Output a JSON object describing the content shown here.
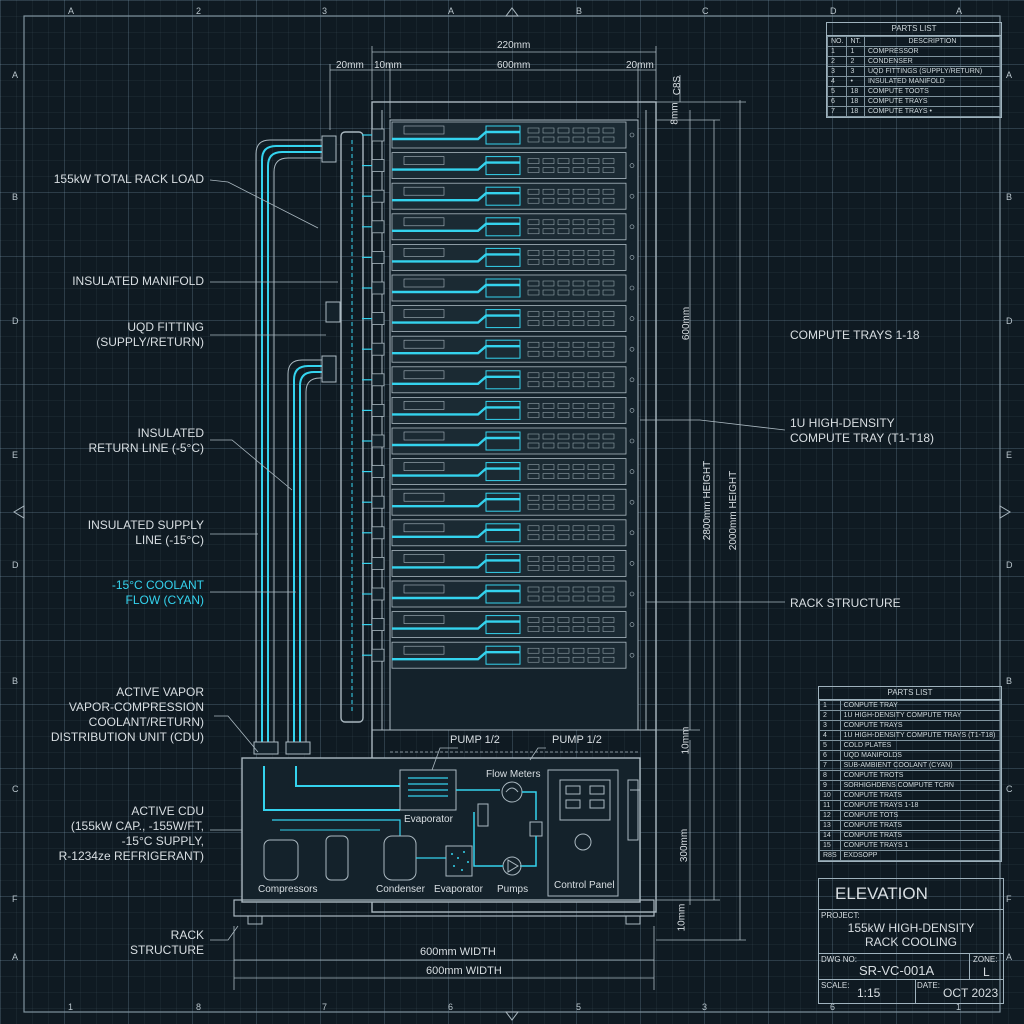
{
  "zones": {
    "top": [
      "A",
      "2",
      "3",
      "A",
      "B",
      "C",
      "D",
      "A"
    ],
    "bottom": [
      "1",
      "8",
      "7",
      "6",
      "5",
      "3",
      "6",
      "1"
    ],
    "left": [
      "A",
      "B",
      "D",
      "E",
      "D",
      "B",
      "C",
      "F",
      "A"
    ],
    "right": [
      "A",
      "B",
      "D",
      "E",
      "D",
      "B",
      "C",
      "F",
      "A"
    ]
  },
  "dims": {
    "total_width": "220mm",
    "left_margin": "20mm",
    "left_gap": "10mm",
    "inner_width": "600mm",
    "right_margin": "20mm",
    "top_offset": "8mm",
    "top_note": "C8S",
    "rack_height_a": "600mm",
    "rack_height_b": "2800mm HEIGHT",
    "rack_height_c": "2000mm HEIGHT",
    "bottom_gap": "10mm",
    "cdu_height": "300mm",
    "foot_height": "10mm",
    "width_a": "600mm WIDTH",
    "width_b": "600mm WIDTH"
  },
  "labels": {
    "total_load": "155kW TOTAL RACK LOAD",
    "manifold": "INSULATED MANIFOLD",
    "uqd_1": "UQD FITTING",
    "uqd_2": "(SUPPLY/RETURN)",
    "return_1": "INSULATED",
    "return_2": "RETURN LINE (-5°C)",
    "supply_1": "INSULATED SUPPLY",
    "supply_2": "LINE (-15°C)",
    "coolant_1": "-15°C COOLANT",
    "coolant_2": "FLOW (CYAN)",
    "cdu_1": "ACTIVE VAPOR",
    "cdu_2": "VAPOR-COMPRESSION",
    "cdu_3": "COOLANT/RETURN)",
    "cdu_4": "DISTRIBUTION UNIT (CDU)",
    "active_1": "ACTIVE CDU",
    "active_2": "(155kW CAP., -155W/FT,",
    "active_3": "-15°C SUPPLY,",
    "active_4": "R-1234ze REFRIGERANT)",
    "rack_1": "RACK",
    "rack_2": "STRUCTURE",
    "compute_trays": "COMPUTE TRAYS 1-18",
    "tray_1": "1U HIGH-DENSITY",
    "tray_2": "COMPUTE TRAY (T1-T18)",
    "rack_structure": "RACK STRUCTURE"
  },
  "cdu": {
    "pump_a": "PUMP 1/2",
    "pump_b": "PUMP 1/2",
    "flow_meters": "Flow Meters",
    "evaporator_top": "Evaporator",
    "compressors": "Compressors",
    "condenser": "Condenser",
    "evaporator_bottom": "Evaporator",
    "pumps": "Pumps",
    "control_panel": "Control Panel"
  },
  "parts_top": {
    "title": "PARTS LIST",
    "headers": [
      "NO.",
      "NT.",
      "DESCRIPTION"
    ],
    "rows": [
      [
        "1",
        "1",
        "COMPRESSOR"
      ],
      [
        "2",
        "2",
        "CONDENSER"
      ],
      [
        "3",
        "3",
        "UQD FITTINGS (SUPPLY/RETURN)"
      ],
      [
        "4",
        "•",
        "INSULATED MANIFOLD"
      ],
      [
        "5",
        "18",
        "COMPUTE TOOTS"
      ],
      [
        "6",
        "18",
        "COMPUTE TRAYS"
      ],
      [
        "7",
        "18",
        "COMPUTE TRAYS •"
      ]
    ]
  },
  "parts_bottom": {
    "title": "PARTS LIST",
    "rows": [
      [
        "1",
        "CONPUTE TRAY"
      ],
      [
        "2",
        "1U HIGH-DENSITY COMPUTE TRAY"
      ],
      [
        "3",
        "CONPUTE TRAYS"
      ],
      [
        "4",
        "1U HIGH-DENSITY COMPUTE TRAYS (T1-T18)"
      ],
      [
        "5",
        "COLD PLATES"
      ],
      [
        "6",
        "UQD MANIFOLDS"
      ],
      [
        "7",
        "SUB-AMBIENT COOLANT (CYAN)"
      ],
      [
        "8",
        "CONPUTE TROTS"
      ],
      [
        "9",
        "SORHIGHDENS COMPUTE TCRN"
      ],
      [
        "10",
        "CONPUTE TRATS"
      ],
      [
        "11",
        "CONPUTE TRAYS 1-18"
      ],
      [
        "12",
        "CONPUTE TOTS"
      ],
      [
        "13",
        "CONPUTE TRATS"
      ],
      [
        "14",
        "CONPUTE TRATS"
      ],
      [
        "15",
        "CONPUTE TRAYS 1"
      ],
      [
        "R8S",
        "EXDSOPP"
      ]
    ]
  },
  "title_block": {
    "title": "ELEVATION",
    "project_label": "PROJECT:",
    "project_1": "155kW HIGH-DENSITY",
    "project_2": "RACK COOLING",
    "dwg_label": "DWG NO:",
    "dwg_no": "SR-VC-001A",
    "zone_label": "ZONE:",
    "zone": "L",
    "scale_label": "SCALE:",
    "scale": "1:15",
    "date_label": "DATE:",
    "date": "OCT 2023"
  },
  "colors": {
    "cyan": "#34d3ee",
    "line": "#aab8c0",
    "tray_fill": "#1b2a33"
  },
  "tray_count": 18
}
